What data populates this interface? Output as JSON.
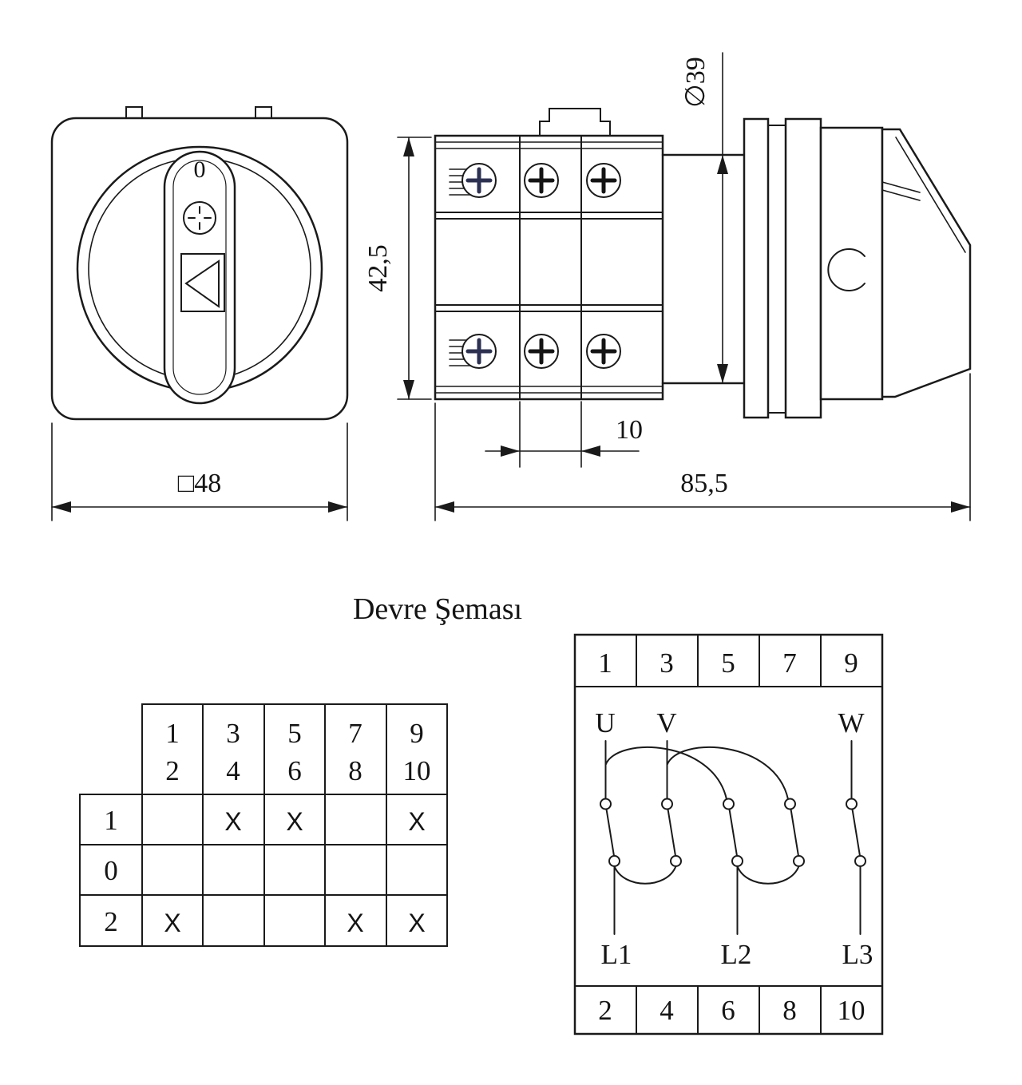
{
  "title": "Devre Şeması",
  "colors": {
    "line": "#1a1a1a",
    "screw_accent": "#2c3153"
  },
  "front_view": {
    "position_label": "0",
    "width_dimension": "□48"
  },
  "side_view": {
    "height_dimension": "42,5",
    "shaft_dimension": "∅39",
    "terminal_pitch_dimension": "10",
    "length_dimension": "85,5"
  },
  "switch_table": {
    "column_headers_top": [
      "1",
      "3",
      "5",
      "7",
      "9"
    ],
    "column_headers_bottom": [
      "2",
      "4",
      "6",
      "8",
      "10"
    ],
    "row_headers": [
      "1",
      "0",
      "2"
    ],
    "marks": [
      [
        "",
        "X",
        "X",
        "",
        "X"
      ],
      [
        "",
        "",
        "",
        "",
        ""
      ],
      [
        "X",
        "",
        "",
        "X",
        "X"
      ]
    ]
  },
  "wiring_diagram": {
    "top_terminals": [
      "1",
      "3",
      "5",
      "7",
      "9"
    ],
    "bottom_terminals": [
      "2",
      "4",
      "6",
      "8",
      "10"
    ],
    "input_phases": [
      "U",
      "V",
      "W"
    ],
    "output_phases": [
      "L1",
      "L2",
      "L3"
    ]
  }
}
